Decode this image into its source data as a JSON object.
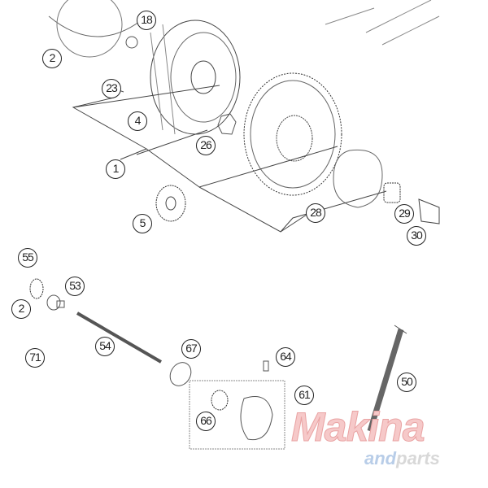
{
  "diagram": {
    "callouts": [
      {
        "id": "c-18",
        "label": "18"
      },
      {
        "id": "c-2a",
        "label": "2"
      },
      {
        "id": "c-23",
        "label": "23"
      },
      {
        "id": "c-4",
        "label": "4"
      },
      {
        "id": "c-1",
        "label": "1"
      },
      {
        "id": "c-26",
        "label": "26"
      },
      {
        "id": "c-5",
        "label": "5"
      },
      {
        "id": "c-28",
        "label": "28"
      },
      {
        "id": "c-29",
        "label": "29"
      },
      {
        "id": "c-30",
        "label": "30"
      },
      {
        "id": "c-55",
        "label": "55"
      },
      {
        "id": "c-53",
        "label": "53"
      },
      {
        "id": "c-2b",
        "label": "2"
      },
      {
        "id": "c-54",
        "label": "54"
      },
      {
        "id": "c-71",
        "label": "71"
      },
      {
        "id": "c-67",
        "label": "67"
      },
      {
        "id": "c-64",
        "label": "64"
      },
      {
        "id": "c-61",
        "label": "61"
      },
      {
        "id": "c-66",
        "label": "66"
      },
      {
        "id": "c-50",
        "label": "50"
      }
    ]
  },
  "watermark": {
    "brand": "Makina",
    "sub_a": "and",
    "sub_b": "parts"
  }
}
